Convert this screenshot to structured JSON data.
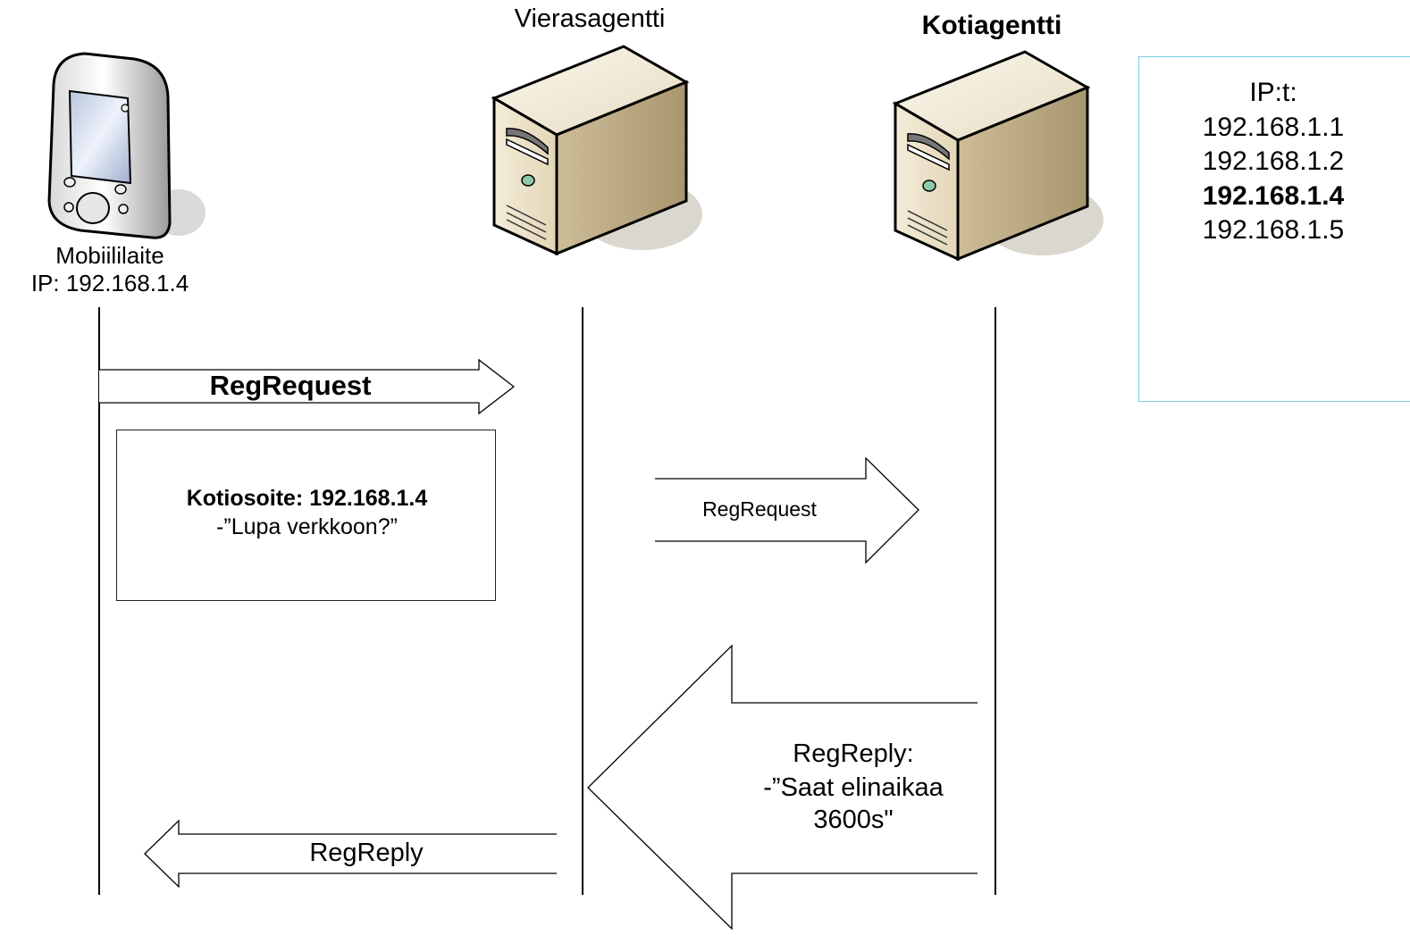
{
  "participants": {
    "mobile": {
      "name": "Mobiililaite",
      "ip": "IP: 192.168.1.4",
      "icon": "pda-icon"
    },
    "foreign_agent": {
      "name": "Vierasagentti",
      "icon": "server-icon"
    },
    "home_agent": {
      "name": "Kotiagentti",
      "icon": "server-icon"
    }
  },
  "ip_table": {
    "title": "IP:t:",
    "entries": [
      "192.168.1.1",
      "192.168.1.2",
      "192.168.1.4",
      "192.168.1.5"
    ],
    "highlighted": "192.168.1.4",
    "border_color": "#7dcde6"
  },
  "messages": {
    "reg_request_1": "RegRequest",
    "reg_request_2": "RegRequest",
    "reg_reply_big_line1": "RegReply:",
    "reg_reply_big_line2": "-”Saat elinaikaa",
    "reg_reply_big_line3": "3600s\"",
    "reg_reply_small": "RegReply"
  },
  "note": {
    "line1": "Kotiosoite: 192.168.1.4",
    "line2": "-”Lupa verkkoon?”"
  }
}
